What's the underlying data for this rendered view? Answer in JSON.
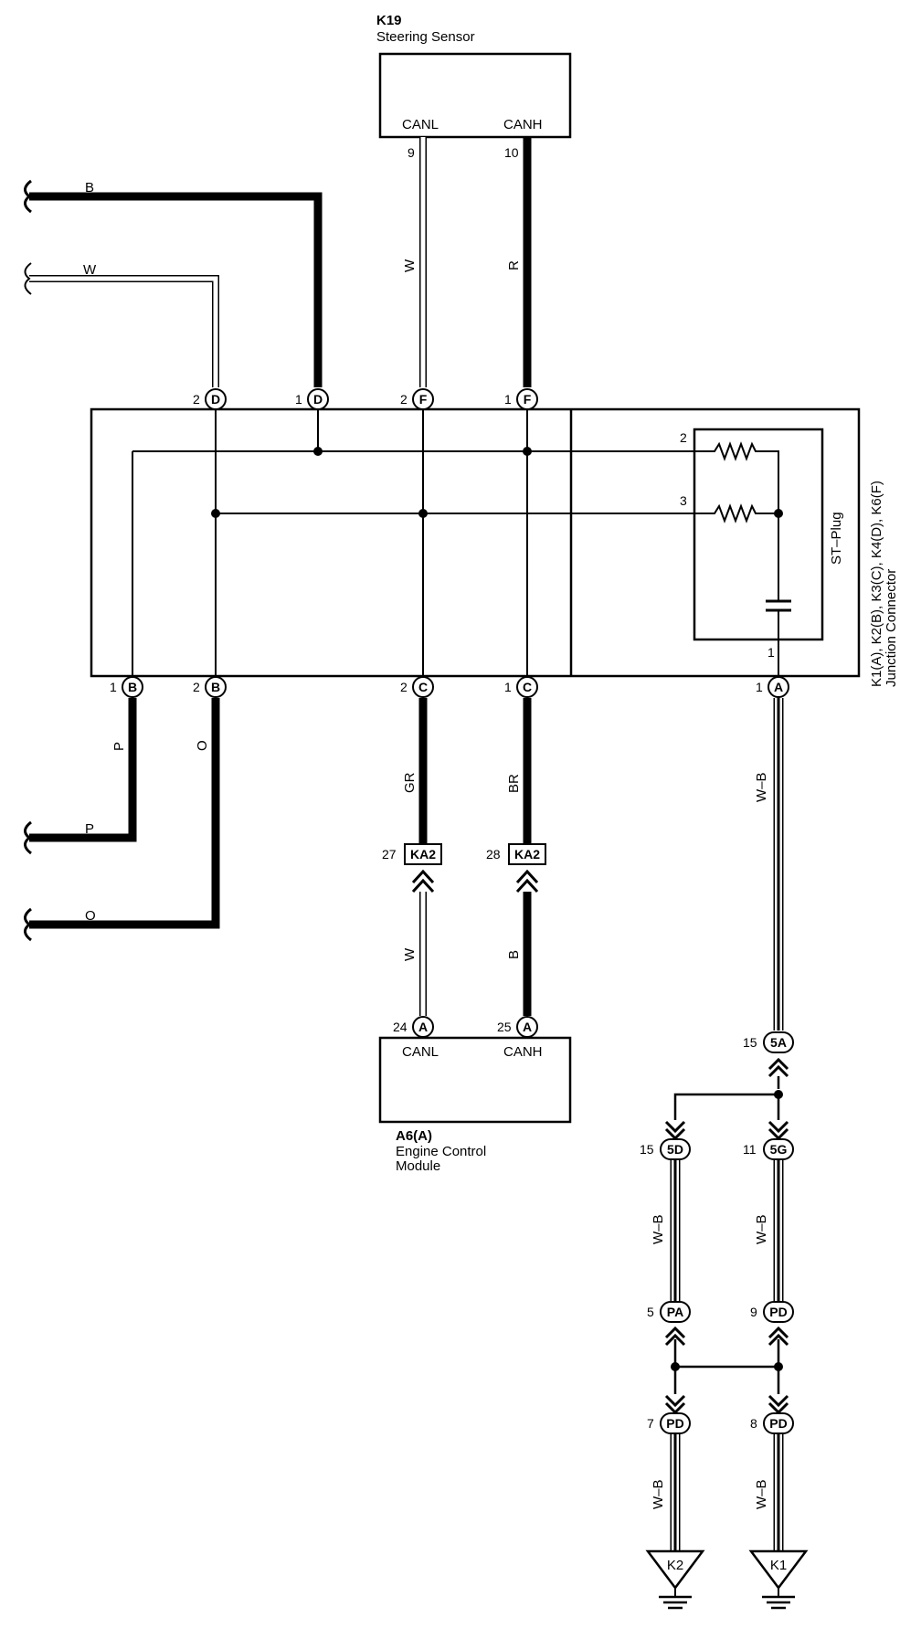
{
  "steering_sensor": {
    "code": "K19",
    "name": "Steering Sensor",
    "pin_canl": "CANL",
    "pin_canh": "CANH",
    "pin_canl_no": "9",
    "pin_canh_no": "10"
  },
  "ecm": {
    "code": "A6(A)",
    "name_line1": "Engine Control",
    "name_line2": "Module",
    "pin_canl": "CANL",
    "pin_canh": "CANH",
    "pin_canl_no": "24",
    "pin_canh_no": "25",
    "pin_letter": "A"
  },
  "junction": {
    "label_line1": "K1(A), K2(B), K3(C), K4(D), K6(F)",
    "label_line2": "Junction Connector",
    "st_plug": "ST–Plug",
    "plug_pins": [
      "2",
      "3",
      "1"
    ]
  },
  "top_pins": [
    {
      "num": "2",
      "letter": "D"
    },
    {
      "num": "1",
      "letter": "D"
    },
    {
      "num": "2",
      "letter": "F"
    },
    {
      "num": "1",
      "letter": "F"
    }
  ],
  "bottom_pins": [
    {
      "num": "1",
      "letter": "B"
    },
    {
      "num": "2",
      "letter": "B"
    },
    {
      "num": "2",
      "letter": "C"
    },
    {
      "num": "1",
      "letter": "C"
    },
    {
      "num": "1",
      "letter": "A"
    }
  ],
  "wire_colors": {
    "b_top": "B",
    "w_top": "W",
    "w_canl": "W",
    "r_canh": "R",
    "p_pin": "P",
    "o_pin": "O",
    "p_left": "P",
    "o_left": "O",
    "gr": "GR",
    "br": "BR",
    "w_lower": "W",
    "b_lower": "B",
    "wb_main": "W–B",
    "wb_left_upper": "W–B",
    "wb_right_upper": "W–B",
    "wb_left_lower": "W–B",
    "wb_right_lower": "W–B"
  },
  "ka2_connectors": [
    {
      "num": "27",
      "code": "KA2"
    },
    {
      "num": "28",
      "code": "KA2"
    }
  ],
  "ground_connectors": [
    {
      "num": "15",
      "code": "5A"
    },
    {
      "num": "15",
      "code": "5D"
    },
    {
      "num": "11",
      "code": "5G"
    },
    {
      "num": "5",
      "code": "PA"
    },
    {
      "num": "9",
      "code": "PD"
    },
    {
      "num": "7",
      "code": "PD"
    },
    {
      "num": "8",
      "code": "PD"
    }
  ],
  "grounds": [
    "K2",
    "K1"
  ]
}
